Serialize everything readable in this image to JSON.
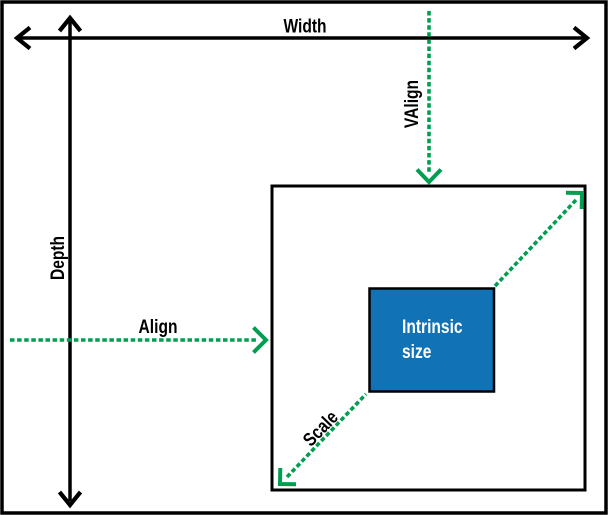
{
  "labels": {
    "width": "Width",
    "depth": "Depth",
    "valign": "VAlign",
    "align": "Align",
    "scale": "Scale",
    "intrinsic_size_line1": "Intrinsic",
    "intrinsic_size_line2": "size"
  },
  "colors": {
    "arrow_green": "#009E50",
    "intrinsic_blue": "#1173B6",
    "line_black": "#000000",
    "background": "#FFFFFF"
  }
}
